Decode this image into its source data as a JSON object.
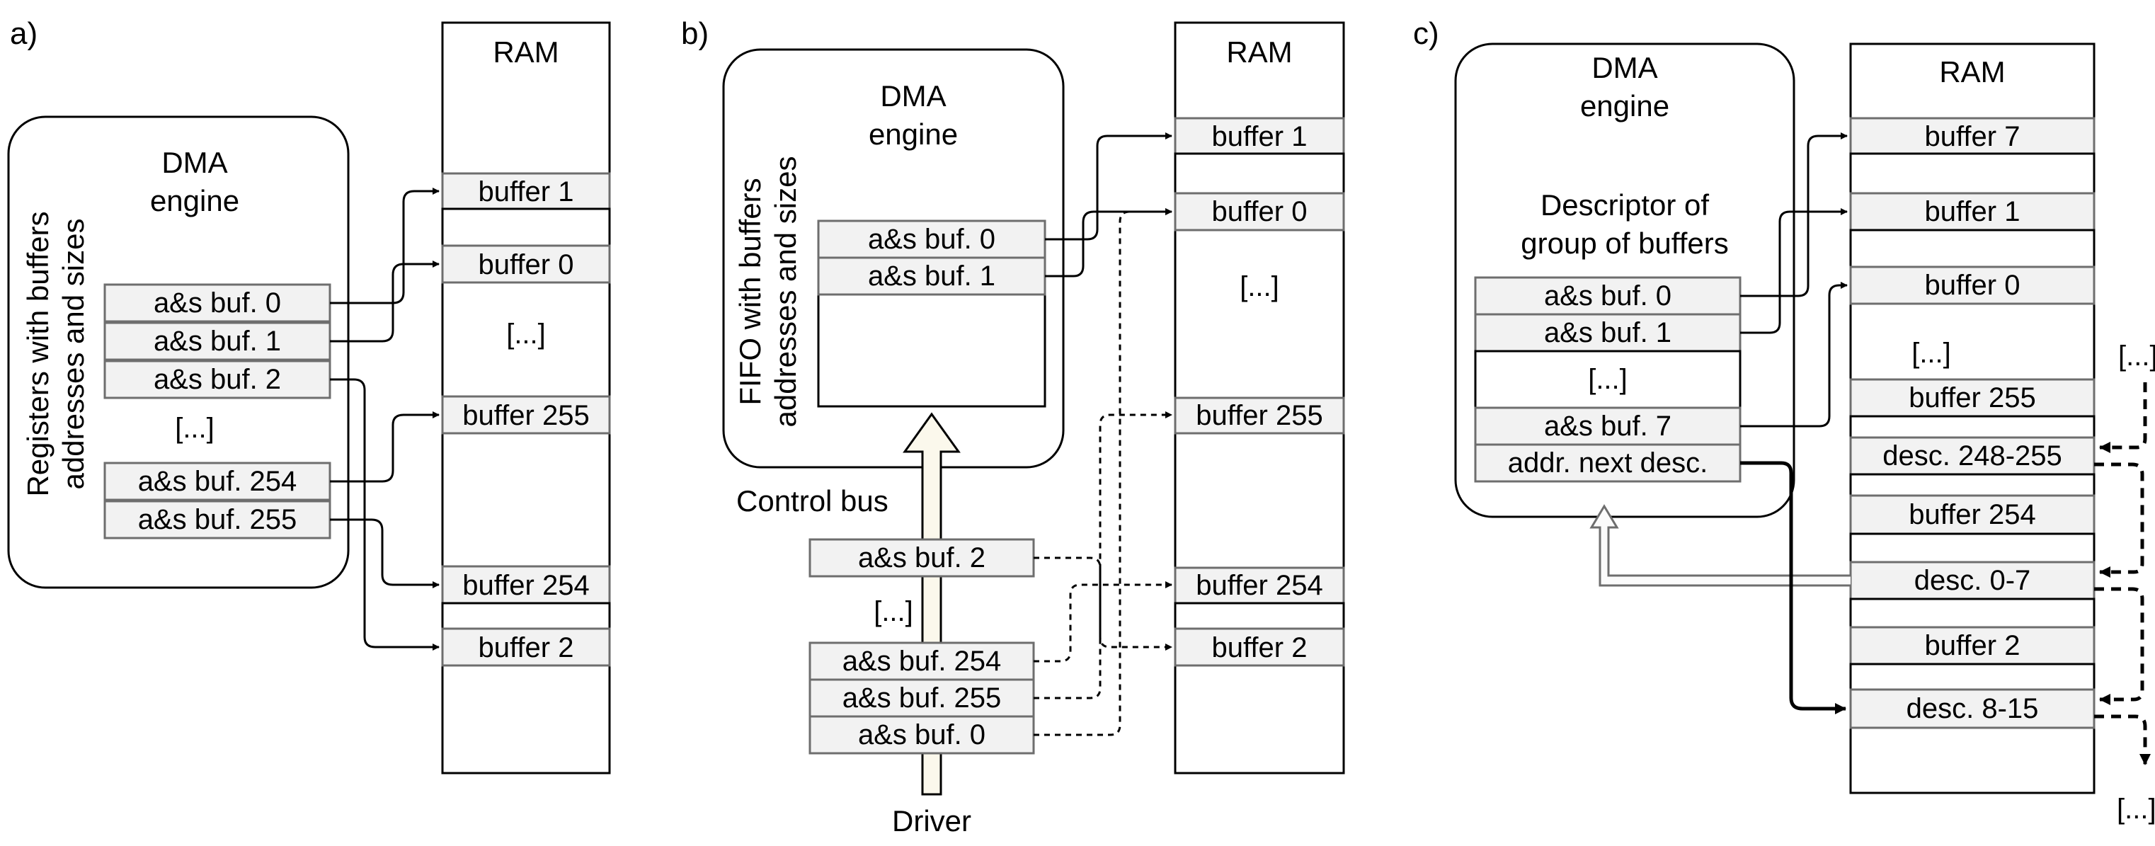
{
  "panel_a": {
    "tag": "a)",
    "ram_title": "RAM",
    "engine_title_1": "DMA",
    "engine_title_2": "engine",
    "side_label_1": "Registers with buffers",
    "side_label_2": "addresses and sizes",
    "registers": [
      "a&s buf. 0",
      "a&s buf. 1",
      "a&s buf. 2"
    ],
    "ellipsis": "[...]",
    "registers_tail": [
      "a&s buf. 254",
      "a&s buf. 255"
    ],
    "ram_buffers": [
      "buffer 1",
      "buffer 0",
      "[...]",
      "buffer 255",
      "buffer 254",
      "buffer 2"
    ]
  },
  "panel_b": {
    "tag": "b)",
    "ram_title": "RAM",
    "engine_title_1": "DMA",
    "engine_title_2": "engine",
    "side_label_1": "FIFO with buffers",
    "side_label_2": "addresses and sizes",
    "fifo": [
      "a&s buf. 0",
      "a&s buf. 1"
    ],
    "control_bus": "Control bus",
    "driver": "Driver",
    "queue_head": "a&s buf. 2",
    "ellipsis": "[...]",
    "queue_tail": [
      "a&s buf. 254",
      "a&s buf. 255",
      "a&s buf. 0"
    ],
    "ram_buffers": [
      "buffer 1",
      "buffer 0",
      "[...]",
      "buffer 255",
      "buffer 254",
      "buffer 2"
    ]
  },
  "panel_c": {
    "tag": "c)",
    "ram_title": "RAM",
    "engine_title_1": "DMA",
    "engine_title_2": "engine",
    "descriptor_title_1": "Descriptor of",
    "descriptor_title_2": "group of buffers",
    "descriptor": [
      "a&s buf. 0",
      "a&s buf. 1",
      "[...]",
      "a&s buf. 7",
      "addr. next desc."
    ],
    "ram_buffers": [
      "buffer 7",
      "buffer 1",
      "buffer 0",
      "[...]",
      "buffer 255",
      "desc. 248-255",
      "buffer 254",
      "desc. 0-7",
      "buffer 2",
      "desc. 8-15"
    ],
    "ellipsis_right_1": "[...]",
    "ellipsis_right_2": "[...]"
  }
}
